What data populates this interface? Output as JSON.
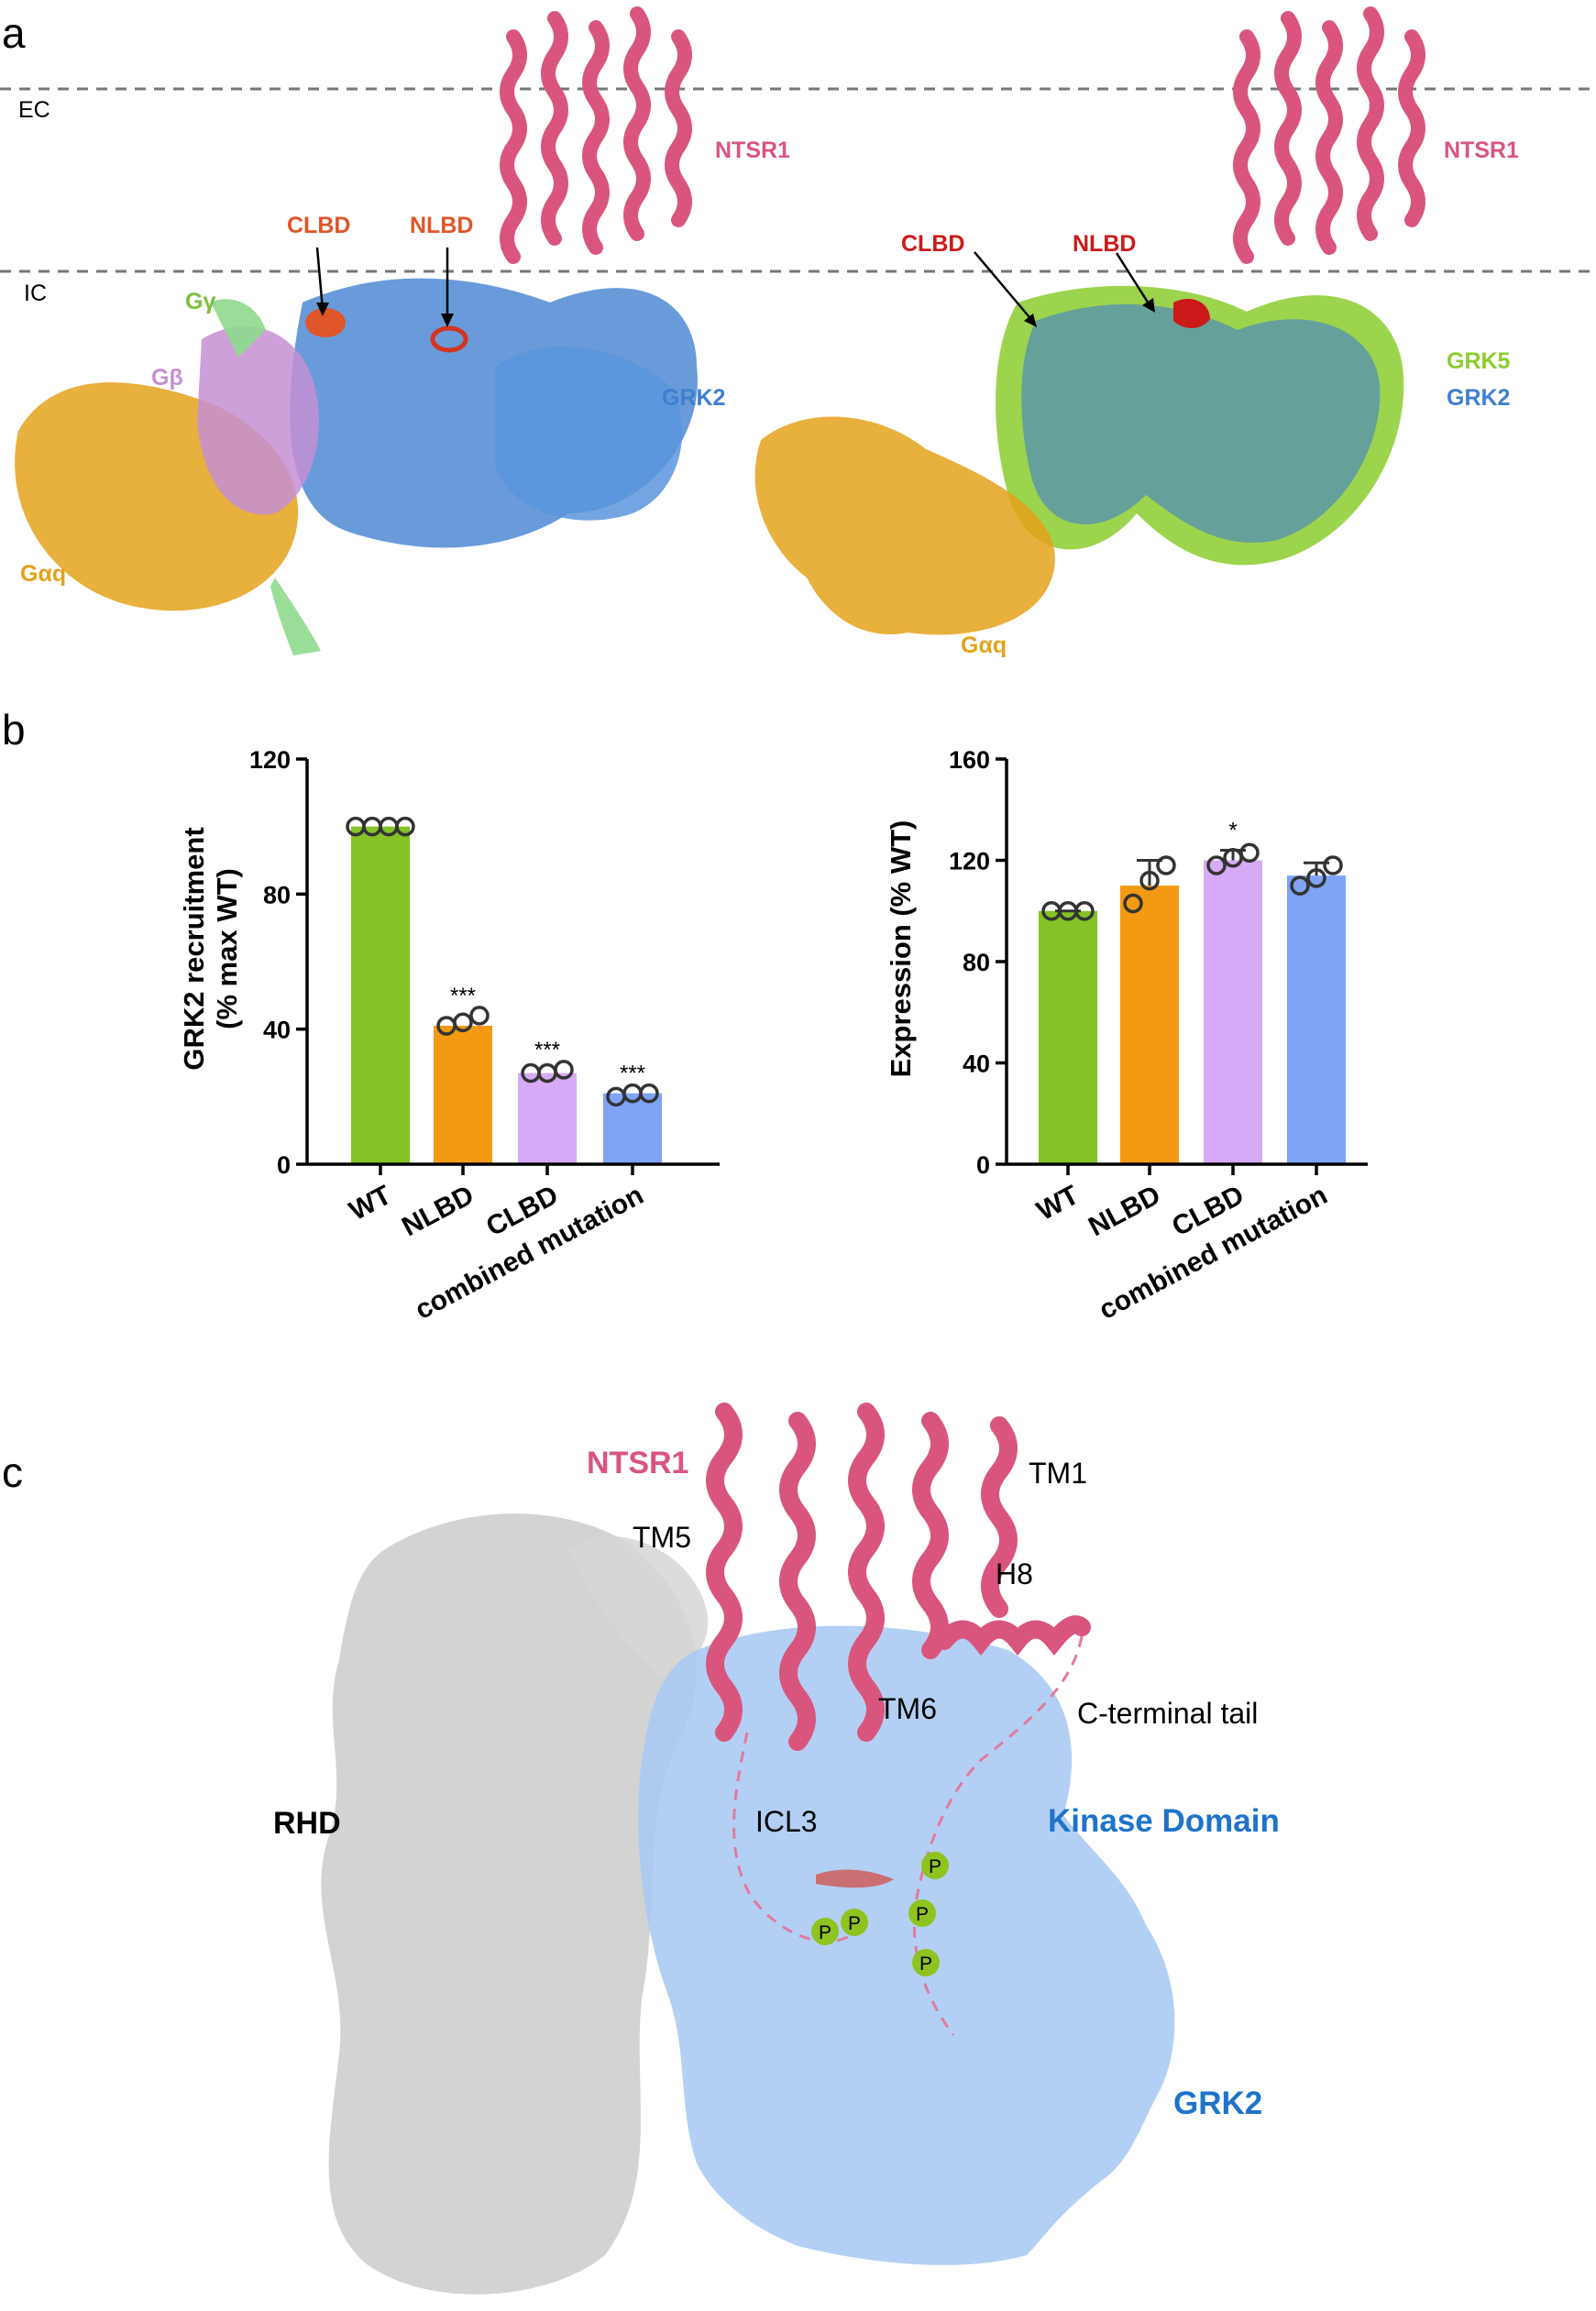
{
  "colors": {
    "ntsr1": "#d9557e",
    "grk2": "#3f7fcf",
    "grk5": "#8ccd2e",
    "galphaq": "#e4a21a",
    "gbeta": "#c58fd3",
    "ggamma": "#8ed98e",
    "clbd": "#e0552a",
    "nlbd": "#d33520",
    "clbd_right": "#cc1a1a",
    "rhd": "#c8c8c8",
    "kinase": "#a9c9f2",
    "phospho": "#8fc31f",
    "bar_wt": "#84c225",
    "bar_nlbd": "#f39a12",
    "bar_clbd": "#d6aaf6",
    "bar_comb": "#7fa3f7"
  },
  "panel_a": {
    "label": "a",
    "ec": "EC",
    "ic": "IC",
    "left": {
      "ntsr1": "NTSR1",
      "clbd": "CLBD",
      "nlbd": "NLBD",
      "ggamma": "Gγ",
      "gbeta": "Gβ",
      "grk2": "GRK2",
      "galphaq": "Gαq"
    },
    "right": {
      "ntsr1": "NTSR1",
      "clbd": "CLBD",
      "nlbd": "NLBD",
      "grk5": "GRK5",
      "grk2": "GRK2",
      "galphaq": "Gαq"
    }
  },
  "panel_b": {
    "label": "b"
  },
  "chart_data": [
    {
      "type": "bar",
      "ylabel_line1": "GRK2 recruitment",
      "ylabel_line2": "(% max WT)",
      "categories": [
        "WT",
        "NLBD",
        "CLBD",
        "combined mutation"
      ],
      "values": [
        100,
        41,
        27,
        21
      ],
      "points": [
        [
          100,
          100,
          100,
          100
        ],
        [
          41,
          42,
          44
        ],
        [
          27,
          27,
          28
        ],
        [
          20,
          21,
          21
        ]
      ],
      "significance": [
        "",
        "***",
        "***",
        "***"
      ],
      "ylim": [
        0,
        120
      ],
      "yticks": [
        "0",
        "40",
        "80",
        "120"
      ]
    },
    {
      "type": "bar",
      "ylabel": "Expression (% WT)",
      "categories": [
        "WT",
        "NLBD",
        "CLBD",
        "combined mutation"
      ],
      "values": [
        100,
        110,
        120,
        114
      ],
      "points": [
        [
          100,
          100,
          100
        ],
        [
          103,
          112,
          118
        ],
        [
          118,
          121,
          123
        ],
        [
          110,
          113,
          118
        ]
      ],
      "error_upper": [
        100,
        120,
        124,
        119
      ],
      "significance": [
        "",
        "",
        "*",
        ""
      ],
      "ylim": [
        0,
        160
      ],
      "yticks": [
        "0",
        "40",
        "80",
        "120",
        "160"
      ]
    }
  ],
  "panel_c": {
    "label": "c",
    "ntsr1": "NTSR1",
    "tm1": "TM1",
    "tm5": "TM5",
    "h8": "H8",
    "tm6": "TM6",
    "ctail": "C-terminal tail",
    "rhd": "RHD",
    "icl3": "ICL3",
    "kinase": "Kinase Domain",
    "grk2": "GRK2",
    "p": "P"
  }
}
